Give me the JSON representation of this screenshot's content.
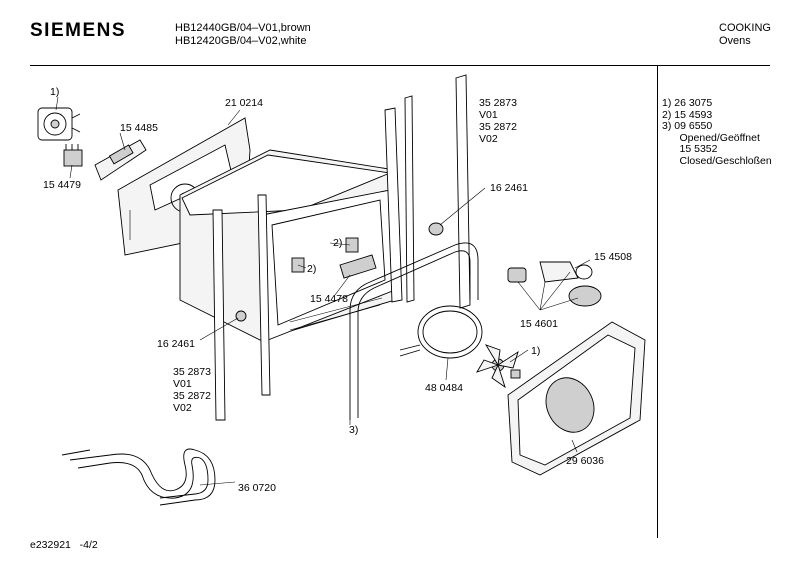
{
  "header": {
    "brand": "SIEMENS",
    "model_line_1": "HB12440GB/04–V01,brown",
    "model_line_2": "HB12420GB/04–V02,white",
    "category": "COOKING",
    "subcategory": "Ovens"
  },
  "legend": [
    "1)  26 3075",
    "2)  15 4593",
    "3)  09 6550",
    "      Opened/Geöffnet",
    "      15 5352",
    "      Closed/Geschloßen"
  ],
  "callouts": {
    "c_1_top": "1)",
    "c_210214": "21 0214",
    "c_154485": "15 4485",
    "c_154479": "15 4479",
    "c_352873_top": "35 2873",
    "c_v01_top": "V01",
    "c_352872_top": "35 2872",
    "c_v02_top": "V02",
    "c_162461_right": "16 2461",
    "c_2_a": "2)",
    "c_2_b": "2)",
    "c_154478": "15 4478",
    "c_154508": "15 4508",
    "c_154601": "15 4601",
    "c_162461_left": "16 2461",
    "c_352873_bottom": "35 2873",
    "c_v01_bottom": "V01",
    "c_352872_bottom": "35 2872",
    "c_v02_bottom": "V02",
    "c_1_fan": "1)",
    "c_480484": "48 0484",
    "c_3": "3)",
    "c_296036": "29 6036",
    "c_360720": "36 0720"
  },
  "footer": {
    "doc_id": "e232921   -4/2"
  }
}
